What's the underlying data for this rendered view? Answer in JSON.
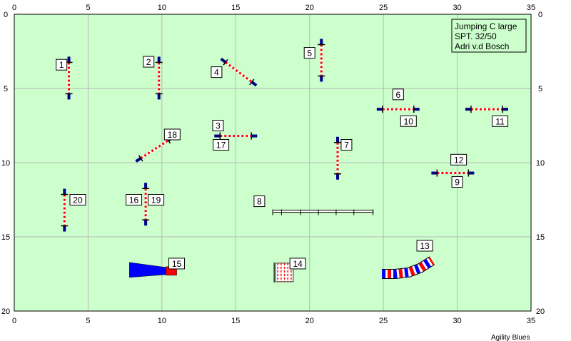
{
  "course_info": [
    "Jumping C large",
    "SPT. 32/50",
    "Adri v.d Bosch"
  ],
  "credit": "Agility Blues",
  "colors": {
    "field": "#ccffcc",
    "grid": "#b8b8b8",
    "wing": "#00008b",
    "bar_white": "#ffffff",
    "bar_red": "#ff0000",
    "tunnel_blue": "#0000ff",
    "tunnel_red": "#ff0000"
  },
  "chart_data": {
    "type": "diagram",
    "axes": {
      "x_range": [
        0,
        35
      ],
      "y_range": [
        0,
        20
      ],
      "x_ticks": [
        0,
        5,
        10,
        15,
        20,
        25,
        30,
        35
      ],
      "y_ticks": [
        0,
        5,
        10,
        15,
        20
      ],
      "grid": true
    },
    "jumps": [
      {
        "x": 3.7,
        "y": 4.3,
        "angle": 90,
        "length": 2.9
      },
      {
        "x": 9.8,
        "y": 4.3,
        "angle": 90,
        "length": 2.9
      },
      {
        "x": 15.2,
        "y": 3.9,
        "angle": 37,
        "length": 3.0
      },
      {
        "x": 20.8,
        "y": 3.1,
        "angle": 90,
        "length": 2.9
      },
      {
        "x": 15.0,
        "y": 8.2,
        "angle": 0,
        "length": 2.9
      },
      {
        "x": 26.0,
        "y": 6.4,
        "angle": 0,
        "length": 2.9
      },
      {
        "x": 32.0,
        "y": 6.4,
        "angle": 0,
        "length": 2.9
      },
      {
        "x": 21.9,
        "y": 9.7,
        "angle": 90,
        "length": 2.9
      },
      {
        "x": 29.7,
        "y": 10.7,
        "angle": 0,
        "length": 2.9
      },
      {
        "x": 9.5,
        "y": 9.1,
        "angle": -33,
        "length": 3.0
      },
      {
        "x": 3.4,
        "y": 13.2,
        "angle": 90,
        "length": 2.9
      },
      {
        "x": 8.9,
        "y": 12.8,
        "angle": 90,
        "length": 2.9
      }
    ],
    "dogwalk": {
      "x1": 17.5,
      "x2": 24.3,
      "y": 13.3,
      "supports": [
        17.5,
        18.1,
        19.4,
        20.6,
        21.8,
        23.0,
        24.3
      ]
    },
    "chute": {
      "x": 7.8,
      "x_end": 11.0,
      "y": 17.3
    },
    "tire_frame": {
      "x": 17.7,
      "x2": 18.9,
      "y": 17.4
    },
    "tunnel": {
      "points": [
        [
          24.9,
          17.5
        ],
        [
          25.8,
          17.5
        ],
        [
          26.7,
          17.4
        ],
        [
          27.5,
          17.1
        ],
        [
          28.3,
          16.6
        ]
      ]
    },
    "labels": [
      {
        "text": "1",
        "x": 3.2,
        "y": 3.4
      },
      {
        "text": "2",
        "x": 9.1,
        "y": 3.2
      },
      {
        "text": "3",
        "x": 13.8,
        "y": 7.5
      },
      {
        "text": "4",
        "x": 13.7,
        "y": 3.9
      },
      {
        "text": "5",
        "x": 20.0,
        "y": 2.6
      },
      {
        "text": "6",
        "x": 26.0,
        "y": 5.4
      },
      {
        "text": "7",
        "x": 22.5,
        "y": 8.8
      },
      {
        "text": "8",
        "x": 16.6,
        "y": 12.6
      },
      {
        "text": "9",
        "x": 30.0,
        "y": 11.3
      },
      {
        "text": "10",
        "x": 26.7,
        "y": 7.2
      },
      {
        "text": "11",
        "x": 32.9,
        "y": 7.2
      },
      {
        "text": "12",
        "x": 30.1,
        "y": 9.8
      },
      {
        "text": "13",
        "x": 27.8,
        "y": 15.6
      },
      {
        "text": "14",
        "x": 19.2,
        "y": 16.8
      },
      {
        "text": "15",
        "x": 11.0,
        "y": 16.8
      },
      {
        "text": "16",
        "x": 8.1,
        "y": 12.5
      },
      {
        "text": "17",
        "x": 14.0,
        "y": 8.8
      },
      {
        "text": "18",
        "x": 10.7,
        "y": 8.1
      },
      {
        "text": "19",
        "x": 9.6,
        "y": 12.5
      },
      {
        "text": "20",
        "x": 4.3,
        "y": 12.5
      }
    ]
  }
}
